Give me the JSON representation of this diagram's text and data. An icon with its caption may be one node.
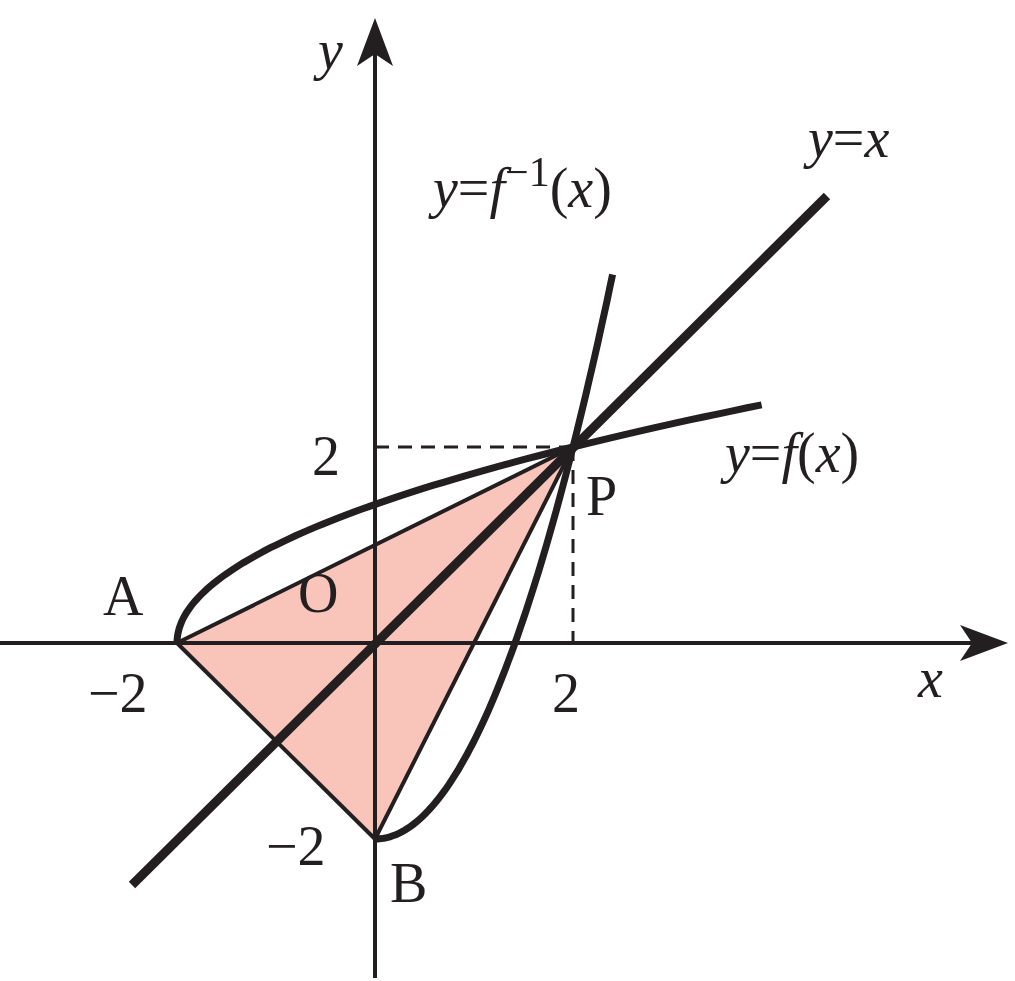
{
  "diagram": {
    "labels": [
      "*y*",
      "*y*=*x*",
      "*y*=*f*$^{−1}$(*x*)",
      "2",
      "*y*=*f*(*x*)",
      "P",
      "A",
      "O",
      "*x*",
      "−2",
      "2",
      "−2",
      "B"
    ]
  }
}
